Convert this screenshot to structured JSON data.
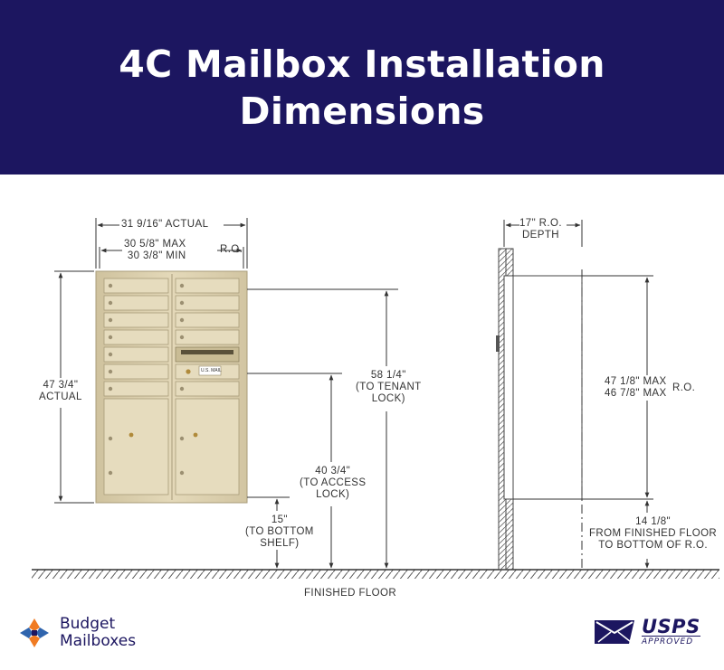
{
  "header": {
    "title_line1": "4C Mailbox Installation",
    "title_line2": "Dimensions"
  },
  "front_view": {
    "width_actual": "31 9/16\" ACTUAL",
    "ro_max": "30 5/8\" MAX",
    "ro_min": "30 3/8\" MIN",
    "ro_label": "R.O.",
    "height_value": "47 3/4\"",
    "height_label": "ACTUAL",
    "tenant_lock": [
      "58 1/4\"",
      "(TO TENANT",
      "LOCK)"
    ],
    "access_lock": [
      "40 3/4\"",
      "(TO ACCESS",
      "LOCK)"
    ],
    "bottom_shelf": [
      "15\"",
      "(TO BOTTOM",
      "SHELF)"
    ],
    "panel_label": "U.S. MAIL"
  },
  "side_view": {
    "depth": [
      "17\"  R.O.",
      "DEPTH"
    ],
    "height_max": "47 1/8\" MAX",
    "height_min": "46 7/8\" MAX",
    "height_ro": "R.O.",
    "floor_to_ro": [
      "14 1/8\"",
      "FROM FINISHED FLOOR",
      "TO BOTTOM OF R.O."
    ]
  },
  "floor_label": "FINISHED FLOOR",
  "colors": {
    "header_bg": "#1c1660",
    "mailbox_face": "#ded2b0",
    "brand_blue": "#1c1660",
    "logo_orange": "#f07b22",
    "logo_blue": "#2f64ad"
  },
  "footer": {
    "brand_line1": "Budget",
    "brand_line2": "Mailboxes",
    "usps_main": "USPS",
    "usps_sub": "APPROVED"
  }
}
